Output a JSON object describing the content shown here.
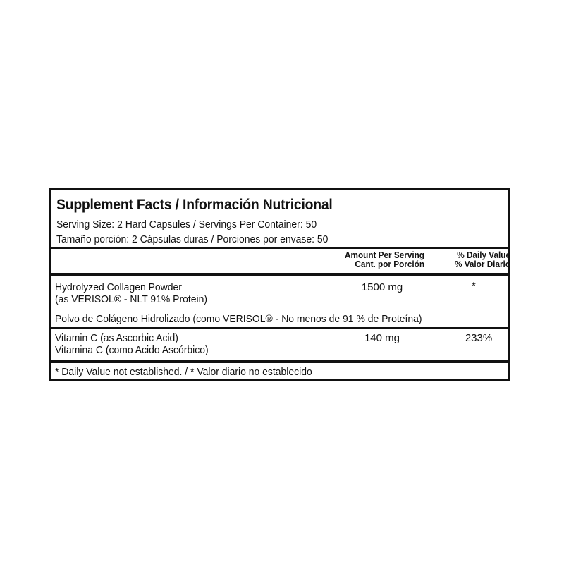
{
  "label": {
    "title": "Supplement Facts / Información Nutricional",
    "serving_en": "Serving Size: 2 Hard Capsules / Servings Per Container: 50",
    "serving_es": "Tamaño porción: 2 Cápsulas duras / Porciones por envase: 50",
    "header": {
      "amount_en": "Amount Per Serving",
      "amount_es": "Cant. por Porción",
      "dv_en": "% Daily Value",
      "dv_es": "% Valor Diario"
    },
    "rows": [
      {
        "name_line1": "Hydrolyzed Collagen Powder",
        "name_line2": "(as VERISOL®  - NLT 91% Protein)",
        "name_line3": "Polvo de Colágeno Hidrolizado (como VERISOL® - No menos de 91 % de Proteína)",
        "amount": "1500 mg",
        "dv": "*"
      },
      {
        "name_line1": "Vitamin C (as Ascorbic Acid)",
        "name_line2": "Vitamina C (como Acido Ascórbico)",
        "amount": "140 mg",
        "dv": "233%"
      }
    ],
    "footnote": "* Daily Value not established. / * Valor diario no establecido"
  }
}
